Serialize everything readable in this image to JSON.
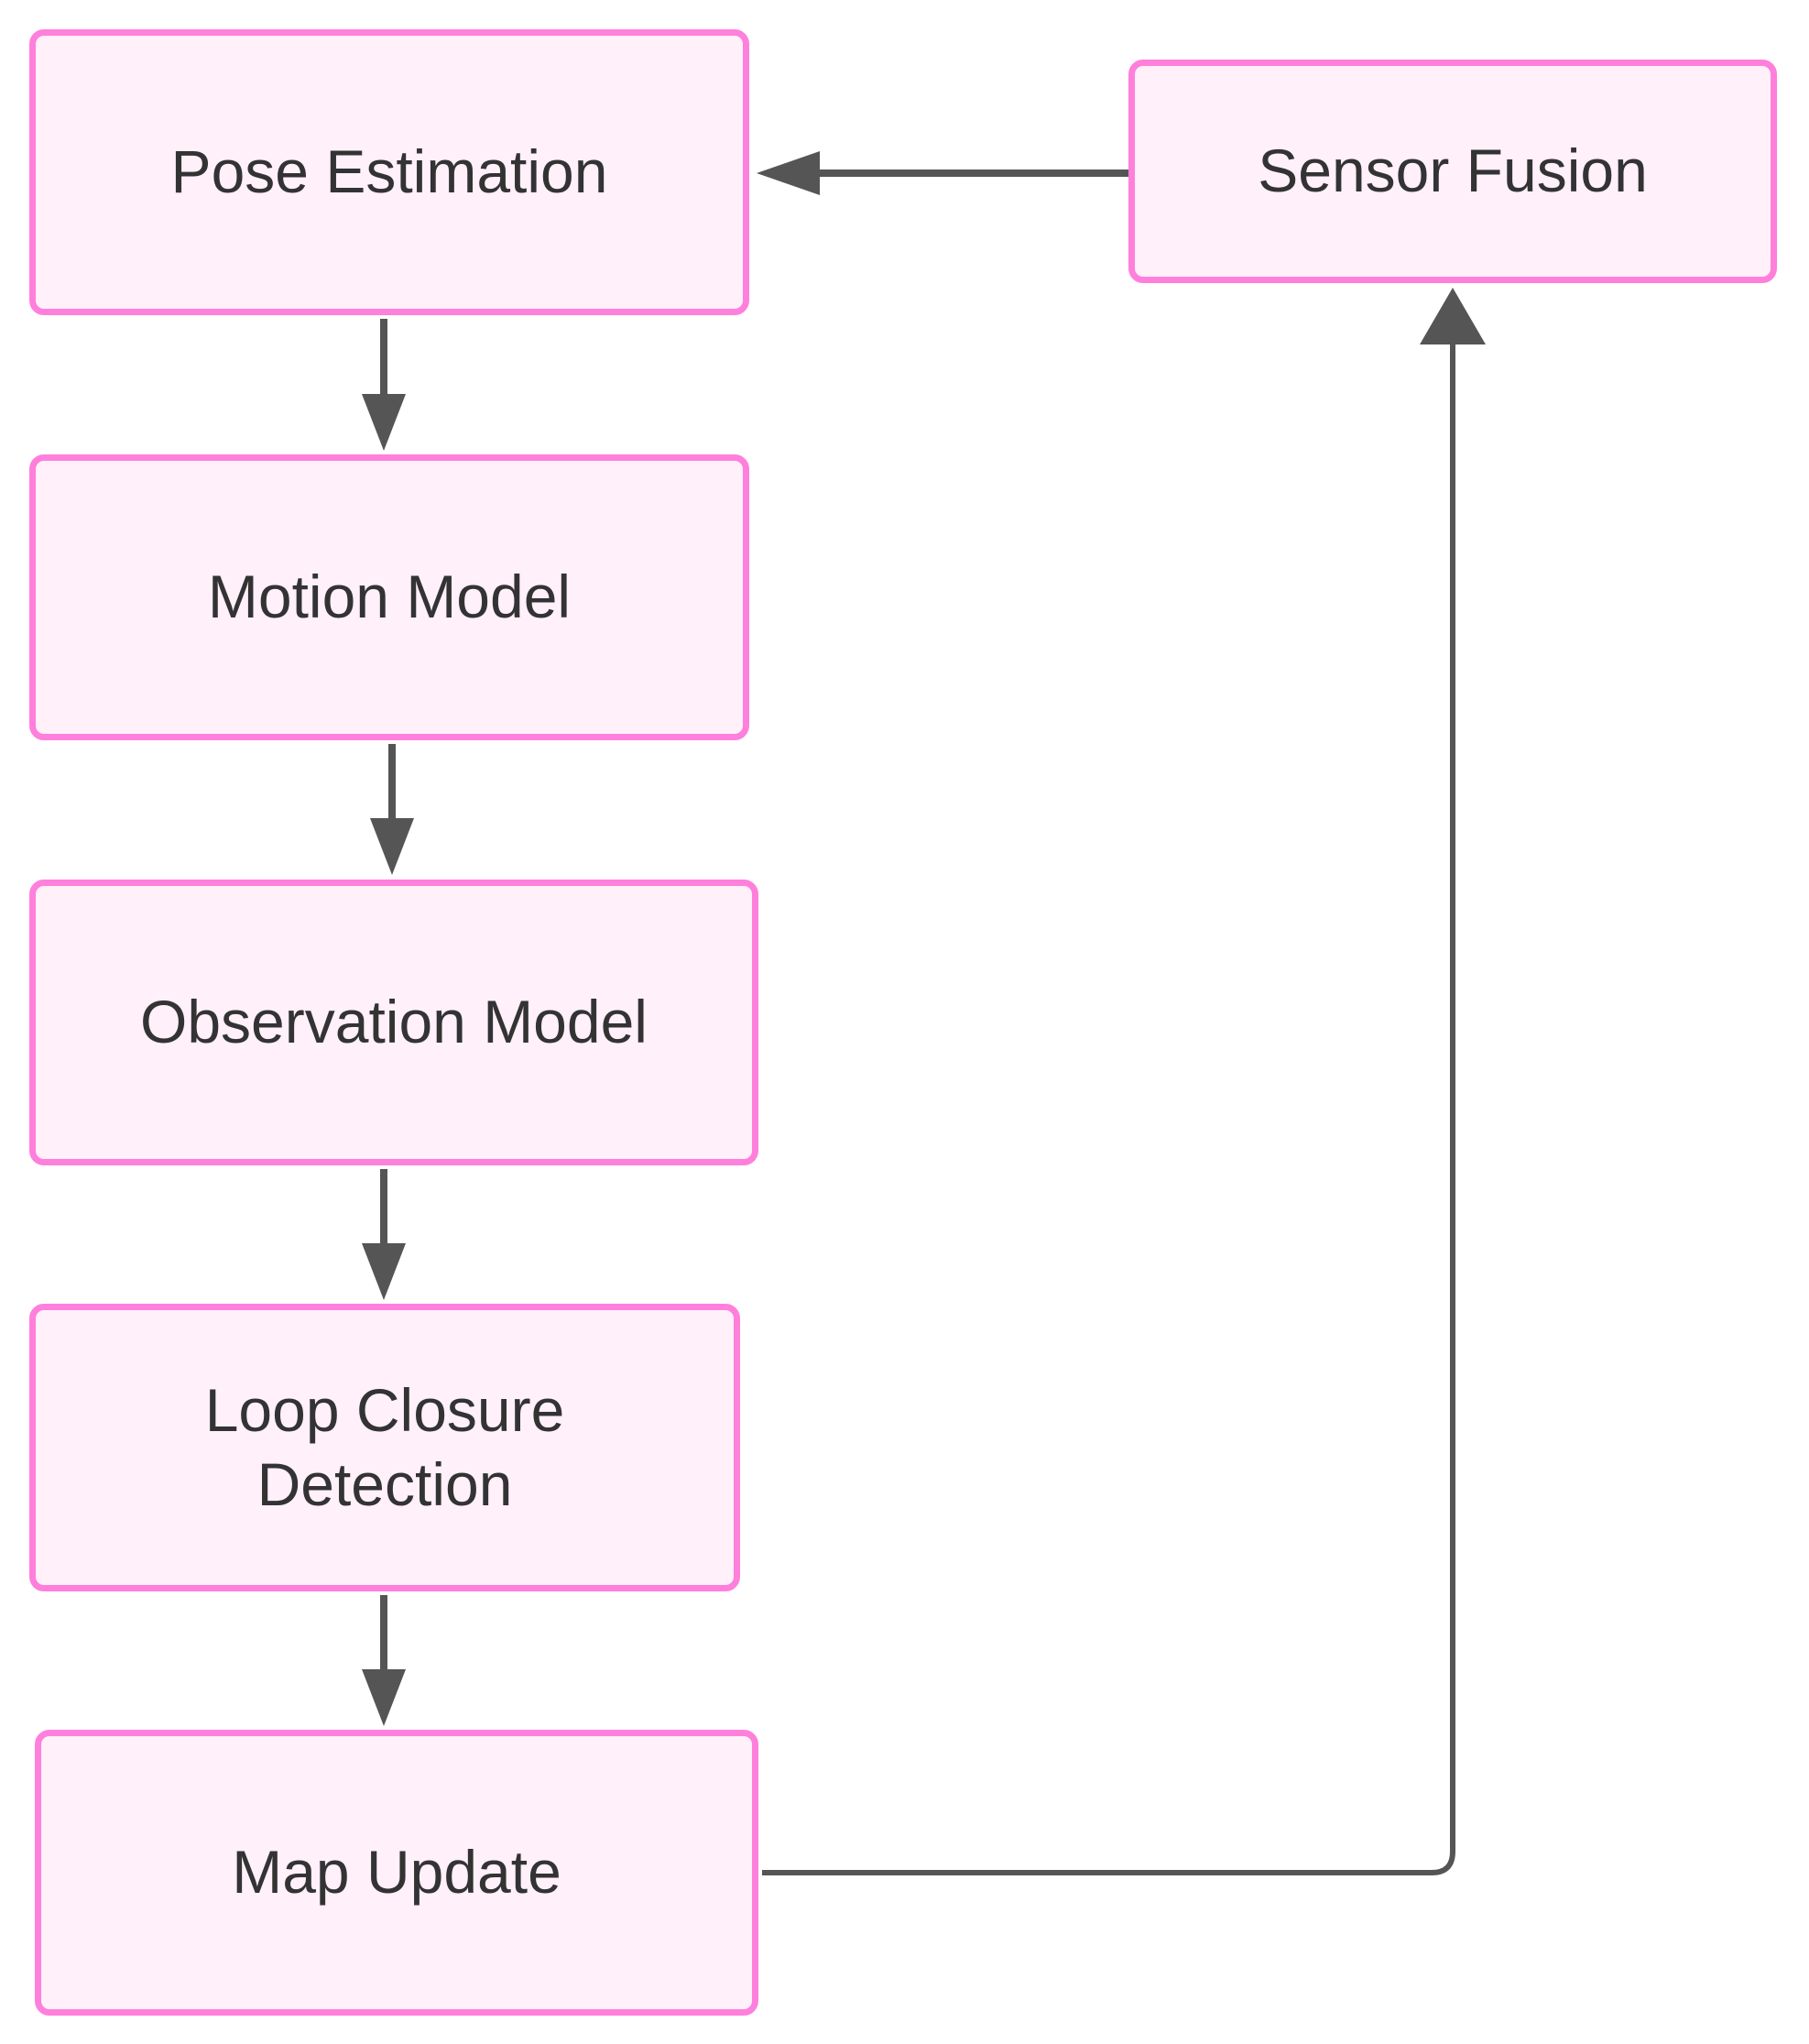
{
  "diagram": {
    "type": "flowchart",
    "nodes": [
      {
        "id": "pose-estimation",
        "label": "Pose Estimation"
      },
      {
        "id": "sensor-fusion",
        "label": "Sensor Fusion"
      },
      {
        "id": "motion-model",
        "label": "Motion Model"
      },
      {
        "id": "observation-model",
        "label": "Observation Model"
      },
      {
        "id": "loop-closure",
        "label": "Loop Closure\nDetection"
      },
      {
        "id": "map-update",
        "label": "Map Update"
      }
    ],
    "edges": [
      {
        "from": "sensor-fusion",
        "to": "pose-estimation"
      },
      {
        "from": "pose-estimation",
        "to": "motion-model"
      },
      {
        "from": "motion-model",
        "to": "observation-model"
      },
      {
        "from": "observation-model",
        "to": "loop-closure"
      },
      {
        "from": "loop-closure",
        "to": "map-update"
      },
      {
        "from": "map-update",
        "to": "sensor-fusion"
      }
    ],
    "colors": {
      "node_fill": "#fff0fa",
      "node_border": "#ff7fdc",
      "text": "#333333",
      "arrow": "#555555"
    }
  }
}
